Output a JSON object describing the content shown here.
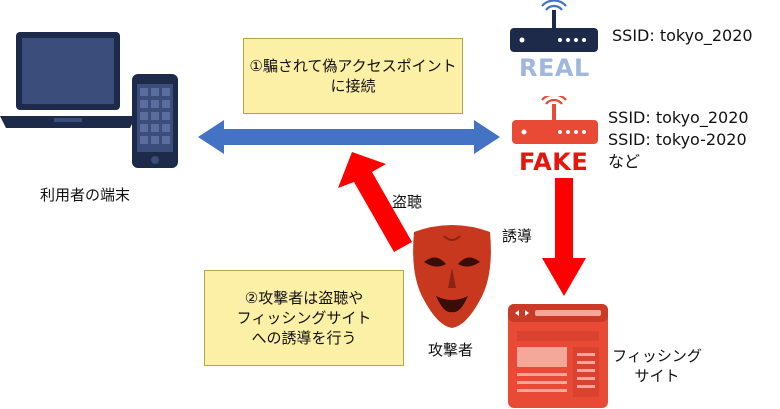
{
  "device": {
    "label": "利用者の端末"
  },
  "real_ap": {
    "badge": "REAL",
    "ssid": "SSID: tokyo_2020"
  },
  "fake_ap": {
    "badge": "FAKE",
    "ssids": [
      "SSID: tokyo_2020",
      "SSID: tokyo-2020",
      "など"
    ]
  },
  "notes": {
    "connect": [
      "①騙されて偽アクセスポイント",
      "に接続"
    ],
    "attack": [
      "②攻撃者は盗聴や",
      "フィッシングサイト",
      "への誘導を行う"
    ]
  },
  "arrows": {
    "eavesdrop": "盗聴",
    "redirect": "誘導"
  },
  "attacker": {
    "label": "攻撃者"
  },
  "phishing": {
    "label": [
      "フィッシング",
      "サイト"
    ]
  },
  "colors": {
    "real_device": "#1e2a4a",
    "fake_red": "#e84a36",
    "arrow_blue": "#4472c4",
    "arrow_red": "#ff0000",
    "note_bg": "#fcefa6"
  }
}
